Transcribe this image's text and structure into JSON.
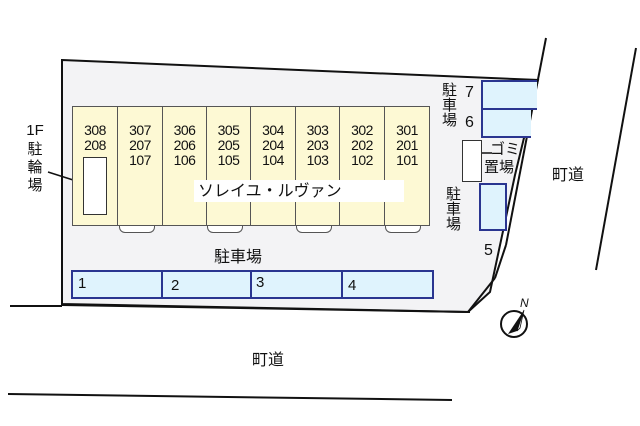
{
  "map": {
    "building_name": "ソレイユ・ルヴァン",
    "units": [
      {
        "nums": [
          "308",
          "208"
        ]
      },
      {
        "nums": [
          "307",
          "207",
          "107"
        ]
      },
      {
        "nums": [
          "306",
          "206",
          "106"
        ]
      },
      {
        "nums": [
          "305",
          "205",
          "105"
        ]
      },
      {
        "nums": [
          "304",
          "204",
          "104"
        ]
      },
      {
        "nums": [
          "303",
          "203",
          "103"
        ]
      },
      {
        "nums": [
          "302",
          "202",
          "102"
        ]
      },
      {
        "nums": [
          "301",
          "201",
          "101"
        ]
      }
    ],
    "bicycle_parking_label": "1F駐輪場",
    "bicycle_parking_lines": [
      "1F",
      "駐",
      "輪",
      "場"
    ],
    "parking_label_bottom": "駐車場",
    "parking_label_right_top": "駐車場",
    "parking_label_right_mid": "駐車場",
    "garbage_label_lines": [
      "ゴミ",
      "置場"
    ],
    "parking_spaces": [
      {
        "id": "1"
      },
      {
        "id": "2"
      },
      {
        "id": "3"
      },
      {
        "id": "4"
      },
      {
        "id": "5"
      },
      {
        "id": "6"
      },
      {
        "id": "7"
      }
    ],
    "road_bottom_label": "町道",
    "road_right_label": "町道",
    "compass_label": "N",
    "colors": {
      "building_fill": "#fdf9d4",
      "parking_fill": "#dff3fd",
      "parking_border": "#2a3590",
      "site_fill": "#f3f3f5"
    }
  }
}
